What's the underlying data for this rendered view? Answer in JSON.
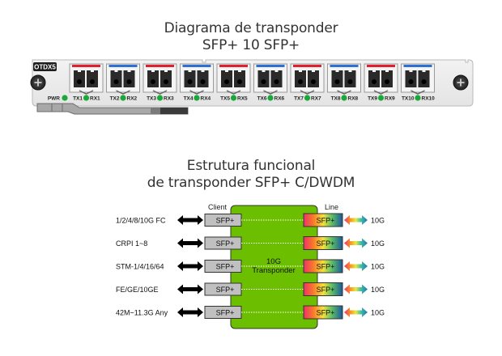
{
  "header": {
    "title_line1": "Diagrama de transponder",
    "title_line2": "SFP+ 10 SFP+"
  },
  "board": {
    "label": "OTDX5",
    "pwr_label": "PWR",
    "ports": [
      {
        "tx": "TX1",
        "rx": "RX1",
        "color": "red"
      },
      {
        "tx": "TX2",
        "rx": "RX2",
        "color": "blue"
      },
      {
        "tx": "TX3",
        "rx": "RX3",
        "color": "red"
      },
      {
        "tx": "TX4",
        "rx": "RX4",
        "color": "blue"
      },
      {
        "tx": "TX5",
        "rx": "RX5",
        "color": "red"
      },
      {
        "tx": "TX6",
        "rx": "RX6",
        "color": "blue"
      },
      {
        "tx": "TX7",
        "rx": "RX7",
        "color": "red"
      },
      {
        "tx": "TX8",
        "rx": "RX8",
        "color": "blue"
      },
      {
        "tx": "TX9",
        "rx": "RX9",
        "color": "red"
      },
      {
        "tx": "TX10",
        "rx": "RX10",
        "color": "blue"
      }
    ],
    "colors": {
      "red": "#e0202e",
      "blue": "#2e6fd6",
      "led": "#1aa83a",
      "panel": "#ebebeb"
    }
  },
  "structure": {
    "title_line1": "Estrutura funcional",
    "title_line2": "de transponder SFP+ C/DWDM",
    "client_label": "Client",
    "line_label": "Line",
    "core_line1": "10G",
    "core_line2": "Transponder",
    "rows": [
      {
        "service": "1/2/4/8/10G FC",
        "client_module": "SFP+",
        "line_module": "SFP+",
        "rate": "10G"
      },
      {
        "service": "CRPI 1~8",
        "client_module": "SFP+",
        "line_module": "SFP+",
        "rate": "10G"
      },
      {
        "service": "STM-1/4/16/64",
        "client_module": "SFP+",
        "line_module": "SFP+",
        "rate": "10G"
      },
      {
        "service": "FE/GE/10GE",
        "client_module": "SFP+",
        "line_module": "SFP+",
        "rate": "10G"
      },
      {
        "service": "42M~11.3G Any",
        "client_module": "SFP+",
        "line_module": "SFP+",
        "rate": "10G"
      }
    ],
    "colors": {
      "core": "#6cbf00",
      "client_module": "#c0c0c0"
    }
  }
}
